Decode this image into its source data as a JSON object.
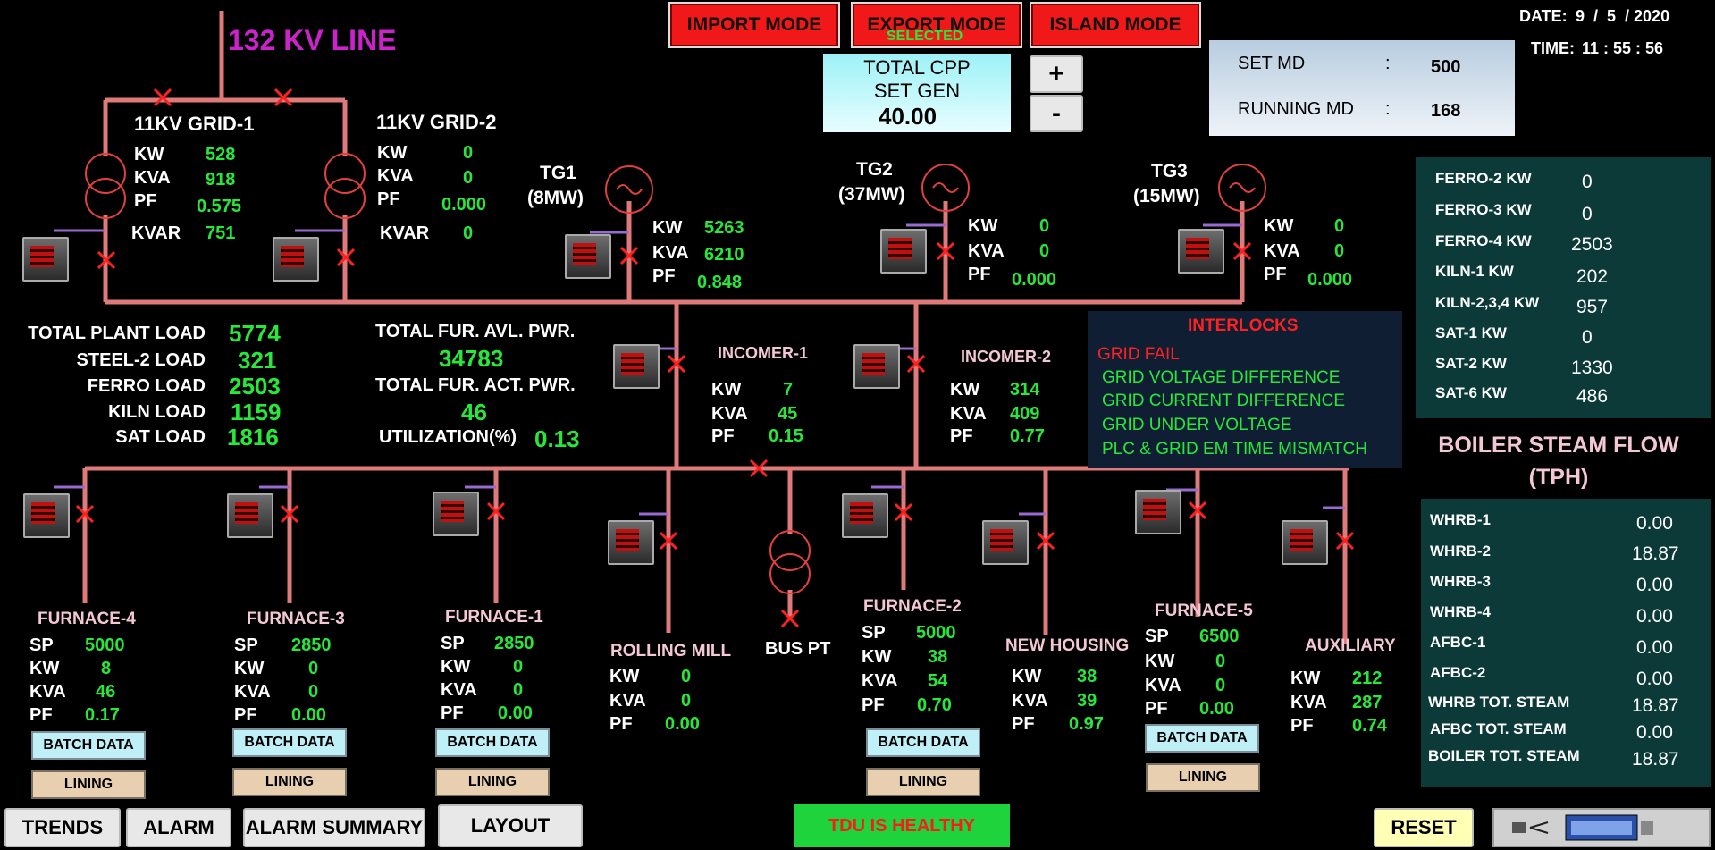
{
  "header": {
    "line_title": "132 KV LINE",
    "modes": [
      {
        "label": "IMPORT MODE"
      },
      {
        "label": "EXPORT MODE"
      },
      {
        "label": "ISLAND MODE"
      }
    ],
    "selected_label": "SELECTED",
    "date_label": "DATE:",
    "date_value": "9  /  5  / 2020",
    "time_label": "TIME:",
    "time_value": "11 : 55 : 56"
  },
  "cpp": {
    "title1": "TOTAL CPP",
    "title2": "SET GEN",
    "value": "40.00",
    "plus": "+",
    "minus": "-"
  },
  "md": {
    "set_label": "SET MD",
    "set_sep": ":",
    "set_value": "500",
    "running_label": "RUNNING MD",
    "running_sep": ":",
    "running_value": "168"
  },
  "grid1": {
    "title": "11KV GRID-1",
    "kw": "528",
    "kva": "918",
    "pf": "0.575",
    "kvar": "751"
  },
  "grid2": {
    "title": "11KV GRID-2",
    "kw": "0",
    "kva": "0",
    "pf": "0.000",
    "kvar": "0"
  },
  "labels": {
    "kw": "KW",
    "kva": "KVA",
    "pf": "PF",
    "kvar": "KVAR",
    "sp": "SP"
  },
  "tg1": {
    "title": "TG1",
    "rating": "(8MW)",
    "kw": "5263",
    "kva": "6210",
    "pf": "0.848"
  },
  "tg2": {
    "title": "TG2",
    "rating": "(37MW)",
    "kw": "0",
    "kva": "0",
    "pf": "0.000"
  },
  "tg3": {
    "title": "TG3",
    "rating": "(15MW)",
    "kw": "0",
    "kva": "0",
    "pf": "0.000"
  },
  "loads": {
    "total_plant_label": "TOTAL PLANT LOAD",
    "total_plant": "5774",
    "steel2_label": "STEEL-2 LOAD",
    "steel2": "321",
    "ferro_label": "FERRO LOAD",
    "ferro": "2503",
    "kiln_label": "KILN LOAD",
    "kiln": "1159",
    "sat_label": "SAT LOAD",
    "sat": "1816",
    "fur_avl_label": "TOTAL FUR. AVL. PWR.",
    "fur_avl": "34783",
    "fur_act_label": "TOTAL FUR. ACT. PWR.",
    "fur_act": "46",
    "util_label": "UTILIZATION(%)",
    "util": "0.13"
  },
  "incomer1": {
    "title": "INCOMER-1",
    "kw": "7",
    "kva": "45",
    "pf": "0.15"
  },
  "incomer2": {
    "title": "INCOMER-2",
    "kw": "314",
    "kva": "409",
    "pf": "0.77"
  },
  "interlocks": {
    "title": "INTERLOCKS",
    "items": [
      "GRID FAIL",
      "GRID VOLTAGE DIFFERENCE",
      "GRID CURRENT DIFFERENCE",
      "GRID UNDER VOLTAGE",
      "PLC & GRID EM TIME MISMATCH"
    ],
    "active_color": "#ff2020",
    "ok_color": "#27e83a"
  },
  "ferro_panel": [
    {
      "label": "FERRO-2 KW",
      "value": "0"
    },
    {
      "label": "FERRO-3 KW",
      "value": "0"
    },
    {
      "label": "FERRO-4 KW",
      "value": "2503"
    },
    {
      "label": "KILN-1 KW",
      "value": "202"
    },
    {
      "label": "KILN-2,3,4 KW",
      "value": "957"
    },
    {
      "label": "SAT-1 KW",
      "value": "0"
    },
    {
      "label": "SAT-2 KW",
      "value": "1330"
    },
    {
      "label": "SAT-6 KW",
      "value": "486"
    }
  ],
  "steam": {
    "title1": "BOILER STEAM FLOW",
    "title2": "(TPH)",
    "rows": [
      {
        "label": "WHRB-1",
        "value": "0.00"
      },
      {
        "label": "WHRB-2",
        "value": "18.87"
      },
      {
        "label": "WHRB-3",
        "value": "0.00"
      },
      {
        "label": "WHRB-4",
        "value": "0.00"
      },
      {
        "label": "AFBC-1",
        "value": "0.00"
      },
      {
        "label": "AFBC-2",
        "value": "0.00"
      },
      {
        "label": "WHRB TOT. STEAM",
        "value": "18.87"
      },
      {
        "label": "AFBC TOT. STEAM",
        "value": "0.00"
      },
      {
        "label": "BOILER TOT. STEAM",
        "value": "18.87"
      }
    ]
  },
  "feeders": {
    "furnace4": {
      "title": "FURNACE-4",
      "sp": "5000",
      "kw": "8",
      "kva": "46",
      "pf": "0.17"
    },
    "furnace3": {
      "title": "FURNACE-3",
      "sp": "2850",
      "kw": "0",
      "kva": "0",
      "pf": "0.00"
    },
    "furnace1": {
      "title": "FURNACE-1",
      "sp": "2850",
      "kw": "0",
      "kva": "0",
      "pf": "0.00"
    },
    "rolling": {
      "title": "ROLLING MILL",
      "kw": "0",
      "kva": "0",
      "pf": "0.00"
    },
    "buspt": {
      "title": "BUS PT"
    },
    "furnace2": {
      "title": "FURNACE-2",
      "sp": "5000",
      "kw": "38",
      "kva": "54",
      "pf": "0.70"
    },
    "housing": {
      "title": "NEW HOUSING",
      "kw": "38",
      "kva": "39",
      "pf": "0.97"
    },
    "furnace5": {
      "title": "FURNACE-5",
      "sp": "6500",
      "kw": "0",
      "kva": "0",
      "pf": "0.00"
    },
    "aux": {
      "title": "AUXILIARY",
      "kw": "212",
      "kva": "287",
      "pf": "0.74"
    }
  },
  "buttons": {
    "batch": "BATCH DATA",
    "lining": "LINING"
  },
  "footer": {
    "trends": "TRENDS",
    "alarm": "ALARM",
    "alarm_summary": "ALARM SUMMARY",
    "layout": "LAYOUT",
    "status": "TDU IS HEALTHY",
    "reset": "RESET"
  },
  "colors": {
    "bus": "#e07a7a",
    "breaker": "#ff2020",
    "meter_link": "#9a6ad0"
  }
}
